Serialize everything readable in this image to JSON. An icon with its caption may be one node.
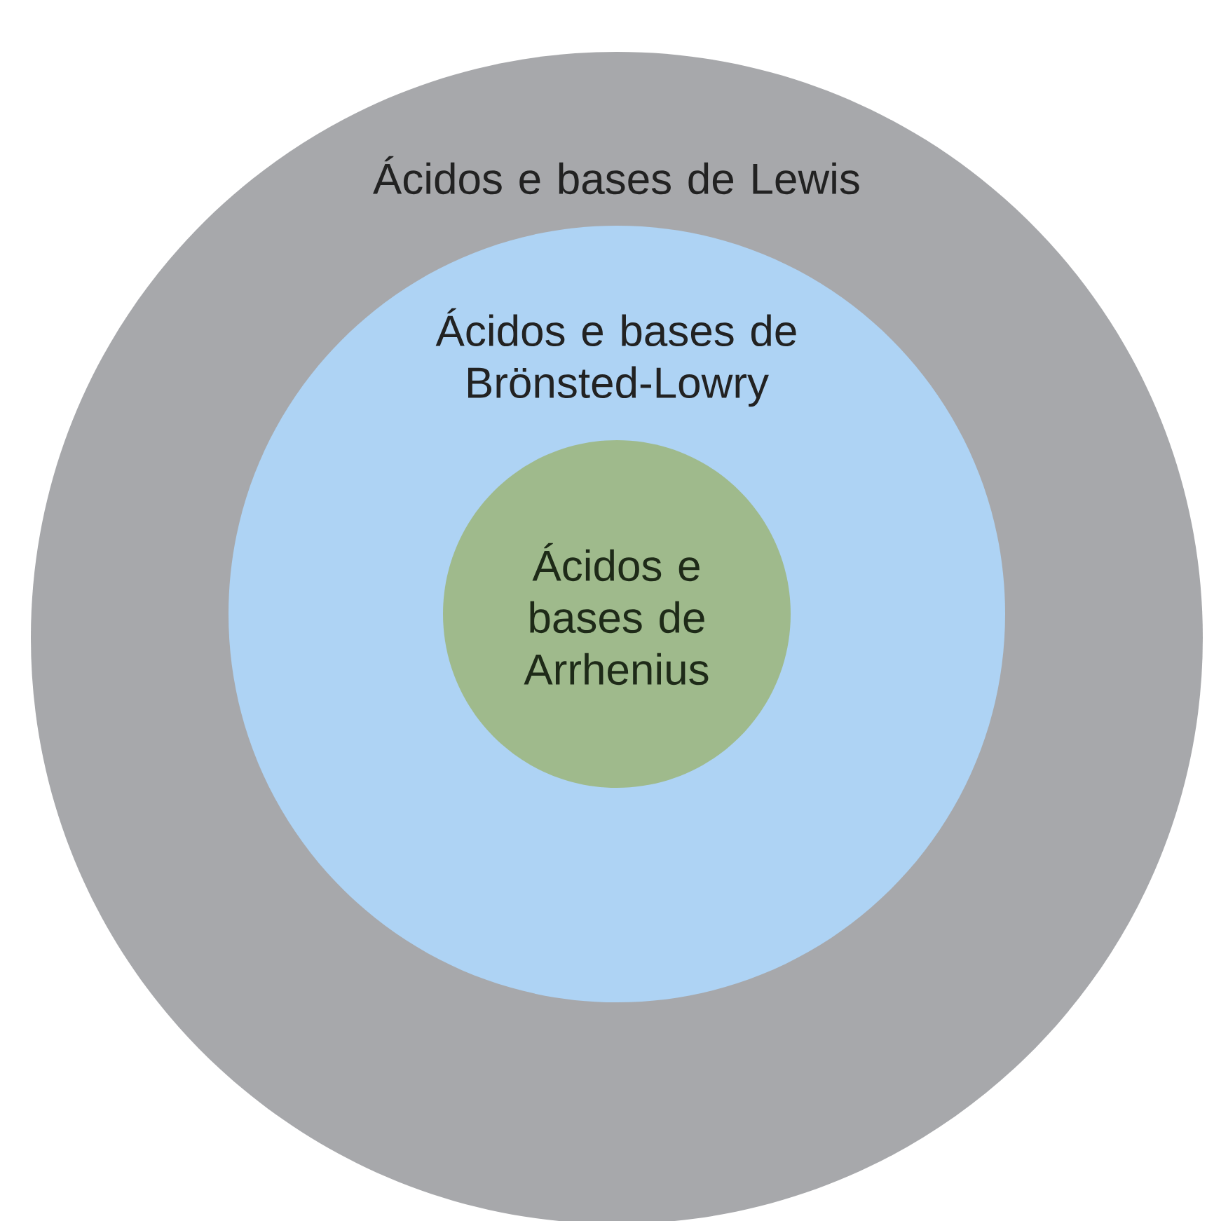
{
  "diagram": {
    "nodes": [
      {
        "text": [
          "Ácidos e bases de Lewis"
        ]
      },
      {
        "text": [
          "Ácidos e bases de Brönsted-Lowry"
        ],
        "in": 0
      },
      {
        "text": [
          "Ácidos e bases de Arrhenius"
        ],
        "in": 1
      }
    ]
  }
}
